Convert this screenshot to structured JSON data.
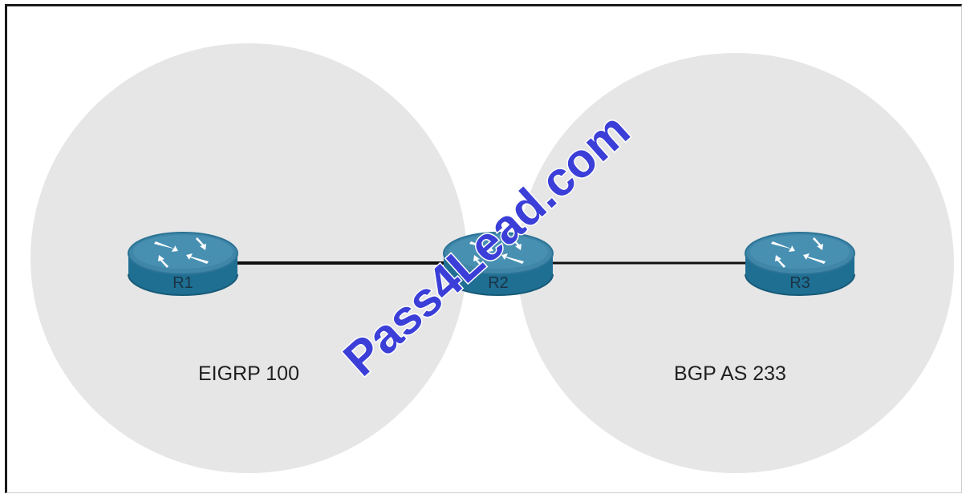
{
  "zones": [
    {
      "id": "eigrp",
      "label": "EIGRP 100"
    },
    {
      "id": "bgp",
      "label": "BGP AS 233"
    }
  ],
  "routers": [
    {
      "id": "r1",
      "label": "R1"
    },
    {
      "id": "r2",
      "label": "R2"
    },
    {
      "id": "r3",
      "label": "R3"
    }
  ],
  "links": [
    {
      "from": "R1",
      "to": "R2"
    },
    {
      "from": "R2",
      "to": "R3"
    }
  ],
  "watermark": "Pass4Lead.com",
  "colors": {
    "zone_fill": "#e6e6e6",
    "router_top": "#3f86a8",
    "router_side": "#1f6f93",
    "link": "#111111",
    "watermark": "#3b3fd8"
  }
}
